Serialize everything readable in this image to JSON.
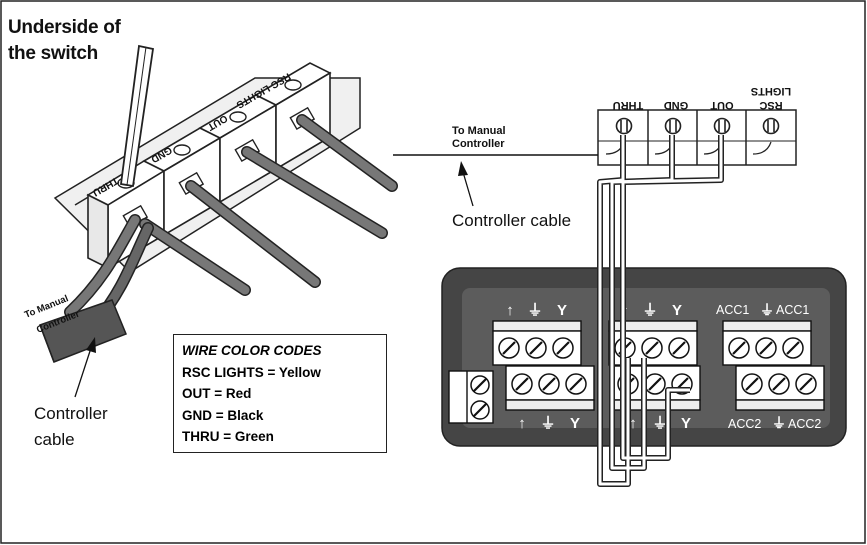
{
  "titles": {
    "line_1": "Underside of",
    "line_2": "the switch"
  },
  "callouts": {
    "controller_cable": "Controller cable",
    "controller_cable_left_1": "Controller",
    "controller_cable_left_2": "cable"
  },
  "switch_terminals": [
    "THRU",
    "GND",
    "OUT",
    "RSC LIGHTS"
  ],
  "manual_controller": {
    "line_1": "To Manual",
    "line_2": "Controller"
  },
  "cable_tag": {
    "line_1": "To Manual",
    "line_2": "Controller"
  },
  "module": {
    "block_1": {
      "top_symbols": [
        "↑",
        "⏚",
        "Y"
      ],
      "bottom_symbols": [
        "↑",
        "⏚",
        "Y"
      ]
    },
    "block_2": {
      "top_symbols": [
        "↑",
        "⏚",
        "Y"
      ],
      "bottom_symbols": [
        "↑",
        "⏚",
        "Y"
      ]
    },
    "block_3": {
      "top_label_1": "ACC1",
      "top_ground": "⏚",
      "top_label_2": "ACC1",
      "bottom_label_1": "ACC2",
      "bottom_ground": "⏚",
      "bottom_label_2": "ACC2"
    }
  },
  "legend": {
    "title": "WIRE COLOR CODES",
    "rows": [
      "RSC LIGHTS = Yellow",
      "OUT = Red",
      "GND = Black",
      "THRU = Green"
    ]
  },
  "colors": {
    "line": "#1a1a1a",
    "panel": "#454545",
    "panel_inner": "#5c5c5c",
    "wire": "#6f6f6f",
    "cable": "#555555"
  }
}
